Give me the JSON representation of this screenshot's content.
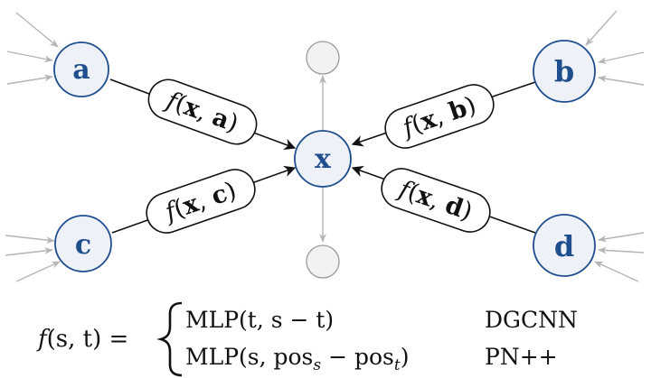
{
  "nodes": {
    "a": {
      "letter": "a"
    },
    "b": {
      "letter": "b"
    },
    "c": {
      "letter": "c"
    },
    "d": {
      "letter": "d"
    },
    "x": {
      "letter": "x"
    }
  },
  "edge_labels": {
    "a": {
      "func": "f",
      "open": "(",
      "arg1": "x",
      "comma": ",",
      "arg2": "a",
      "close": ")"
    },
    "b": {
      "func": "f",
      "open": "(",
      "arg1": "x",
      "comma": ",",
      "arg2": "b",
      "close": ")"
    },
    "c": {
      "func": "f",
      "open": "(",
      "arg1": "x",
      "comma": ",",
      "arg2": "c",
      "close": ")"
    },
    "d": {
      "func": "f",
      "open": "(",
      "arg1": "x",
      "comma": ",",
      "arg2": "d",
      "close": ")"
    }
  },
  "formula": {
    "lhs_func": "f",
    "lhs_args": "(s, t) =",
    "case1": {
      "expr": "MLP(t, s − t)",
      "method": "DGCNN"
    },
    "case2": {
      "expr_main": "MLP(s, pos",
      "sub1": "s",
      "minus": " − pos",
      "sub2": "t",
      "close": ")",
      "method": "PN++"
    }
  },
  "colors": {
    "node_fill": "#eef2f8",
    "node_stroke": "#1f4e8f",
    "letter": "#1f4e8f",
    "edge": "#111111",
    "faded": "#b5b5b5",
    "ghost_fill": "#f2f2f2"
  }
}
